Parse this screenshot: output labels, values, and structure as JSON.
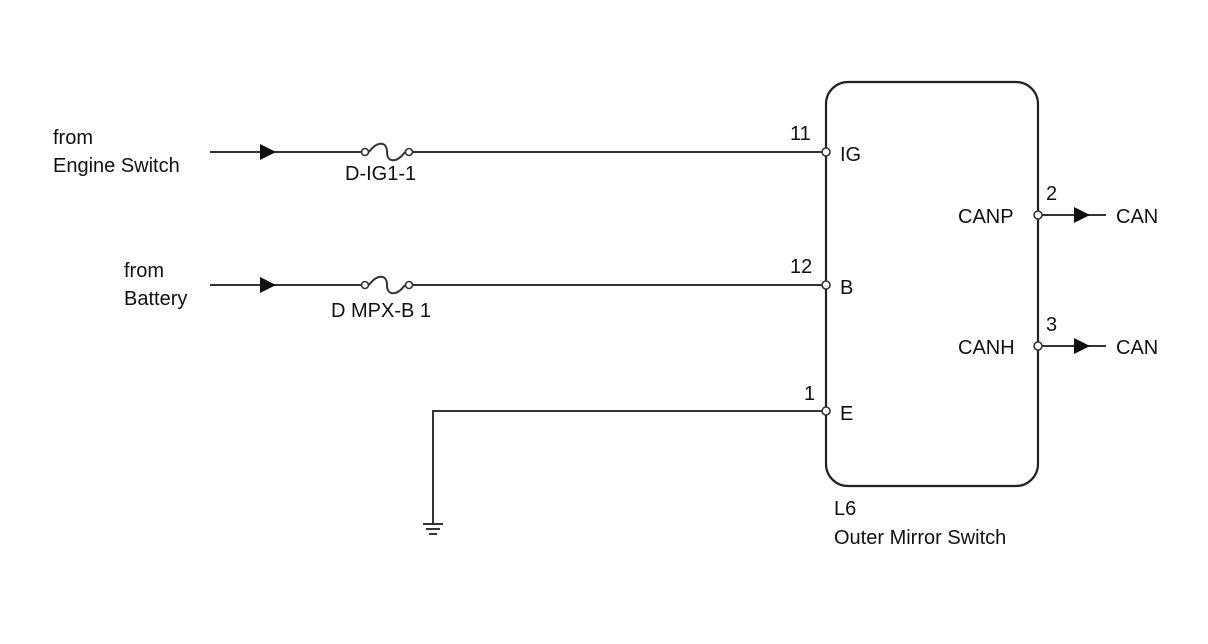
{
  "sources": {
    "engine": {
      "line1": "from",
      "line2": "Engine Switch"
    },
    "battery": {
      "line1": "from",
      "line2": "Battery"
    }
  },
  "fuses": {
    "ig": "D-IG1-1",
    "mpx": "D MPX-B 1"
  },
  "component": {
    "code": "L6",
    "name": "Outer Mirror Switch"
  },
  "pins": {
    "ig": {
      "number": "11",
      "name": "IG"
    },
    "b": {
      "number": "12",
      "name": "B"
    },
    "e": {
      "number": "1",
      "name": "E"
    },
    "canp": {
      "number": "2",
      "name": "CANP"
    },
    "canh": {
      "number": "3",
      "name": "CANH"
    }
  },
  "outputs": {
    "canp": "CAN",
    "canh": "CAN"
  }
}
